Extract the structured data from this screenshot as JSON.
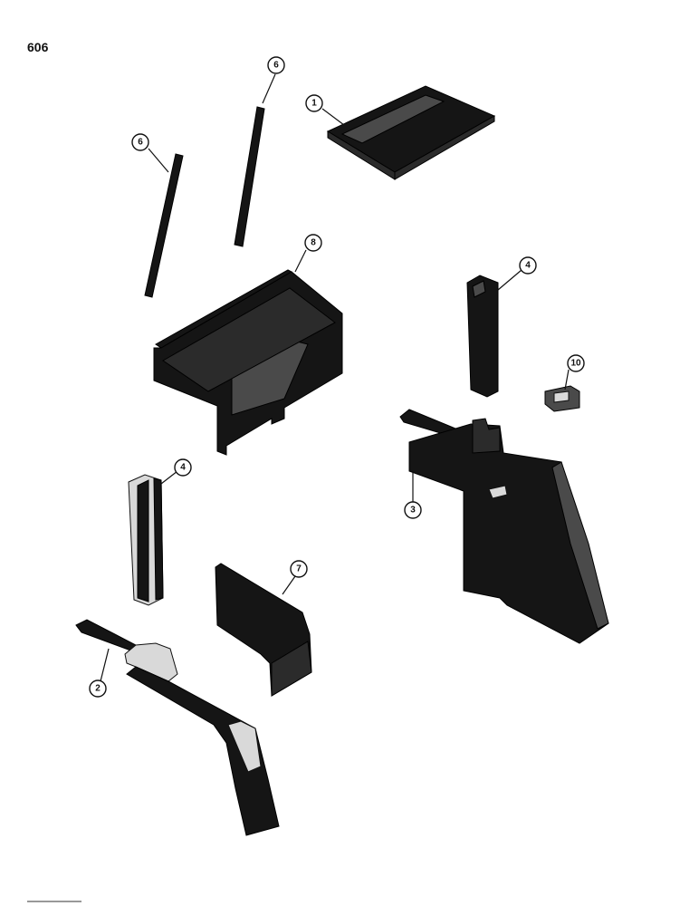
{
  "page": {
    "number": "606"
  },
  "callouts": [
    {
      "id": "c1",
      "label": "1",
      "part": "top-floor-panel"
    },
    {
      "id": "c2",
      "label": "2",
      "part": "left-lower-trim"
    },
    {
      "id": "c3",
      "label": "3",
      "part": "right-side-panel"
    },
    {
      "id": "c4a",
      "label": "4",
      "part": "right-post-cover"
    },
    {
      "id": "c4b",
      "label": "4",
      "part": "left-post-cover"
    },
    {
      "id": "c6a",
      "label": "6",
      "part": "left-strip"
    },
    {
      "id": "c6b",
      "label": "6",
      "part": "right-strip"
    },
    {
      "id": "c7",
      "label": "7",
      "part": "kick-panel"
    },
    {
      "id": "c8",
      "label": "8",
      "part": "center-console-panel"
    },
    {
      "id": "c10",
      "label": "10",
      "part": "clip"
    }
  ],
  "colors": {
    "part_fill": "#151515",
    "foam": "#d9d9d9",
    "line": "#111111"
  }
}
